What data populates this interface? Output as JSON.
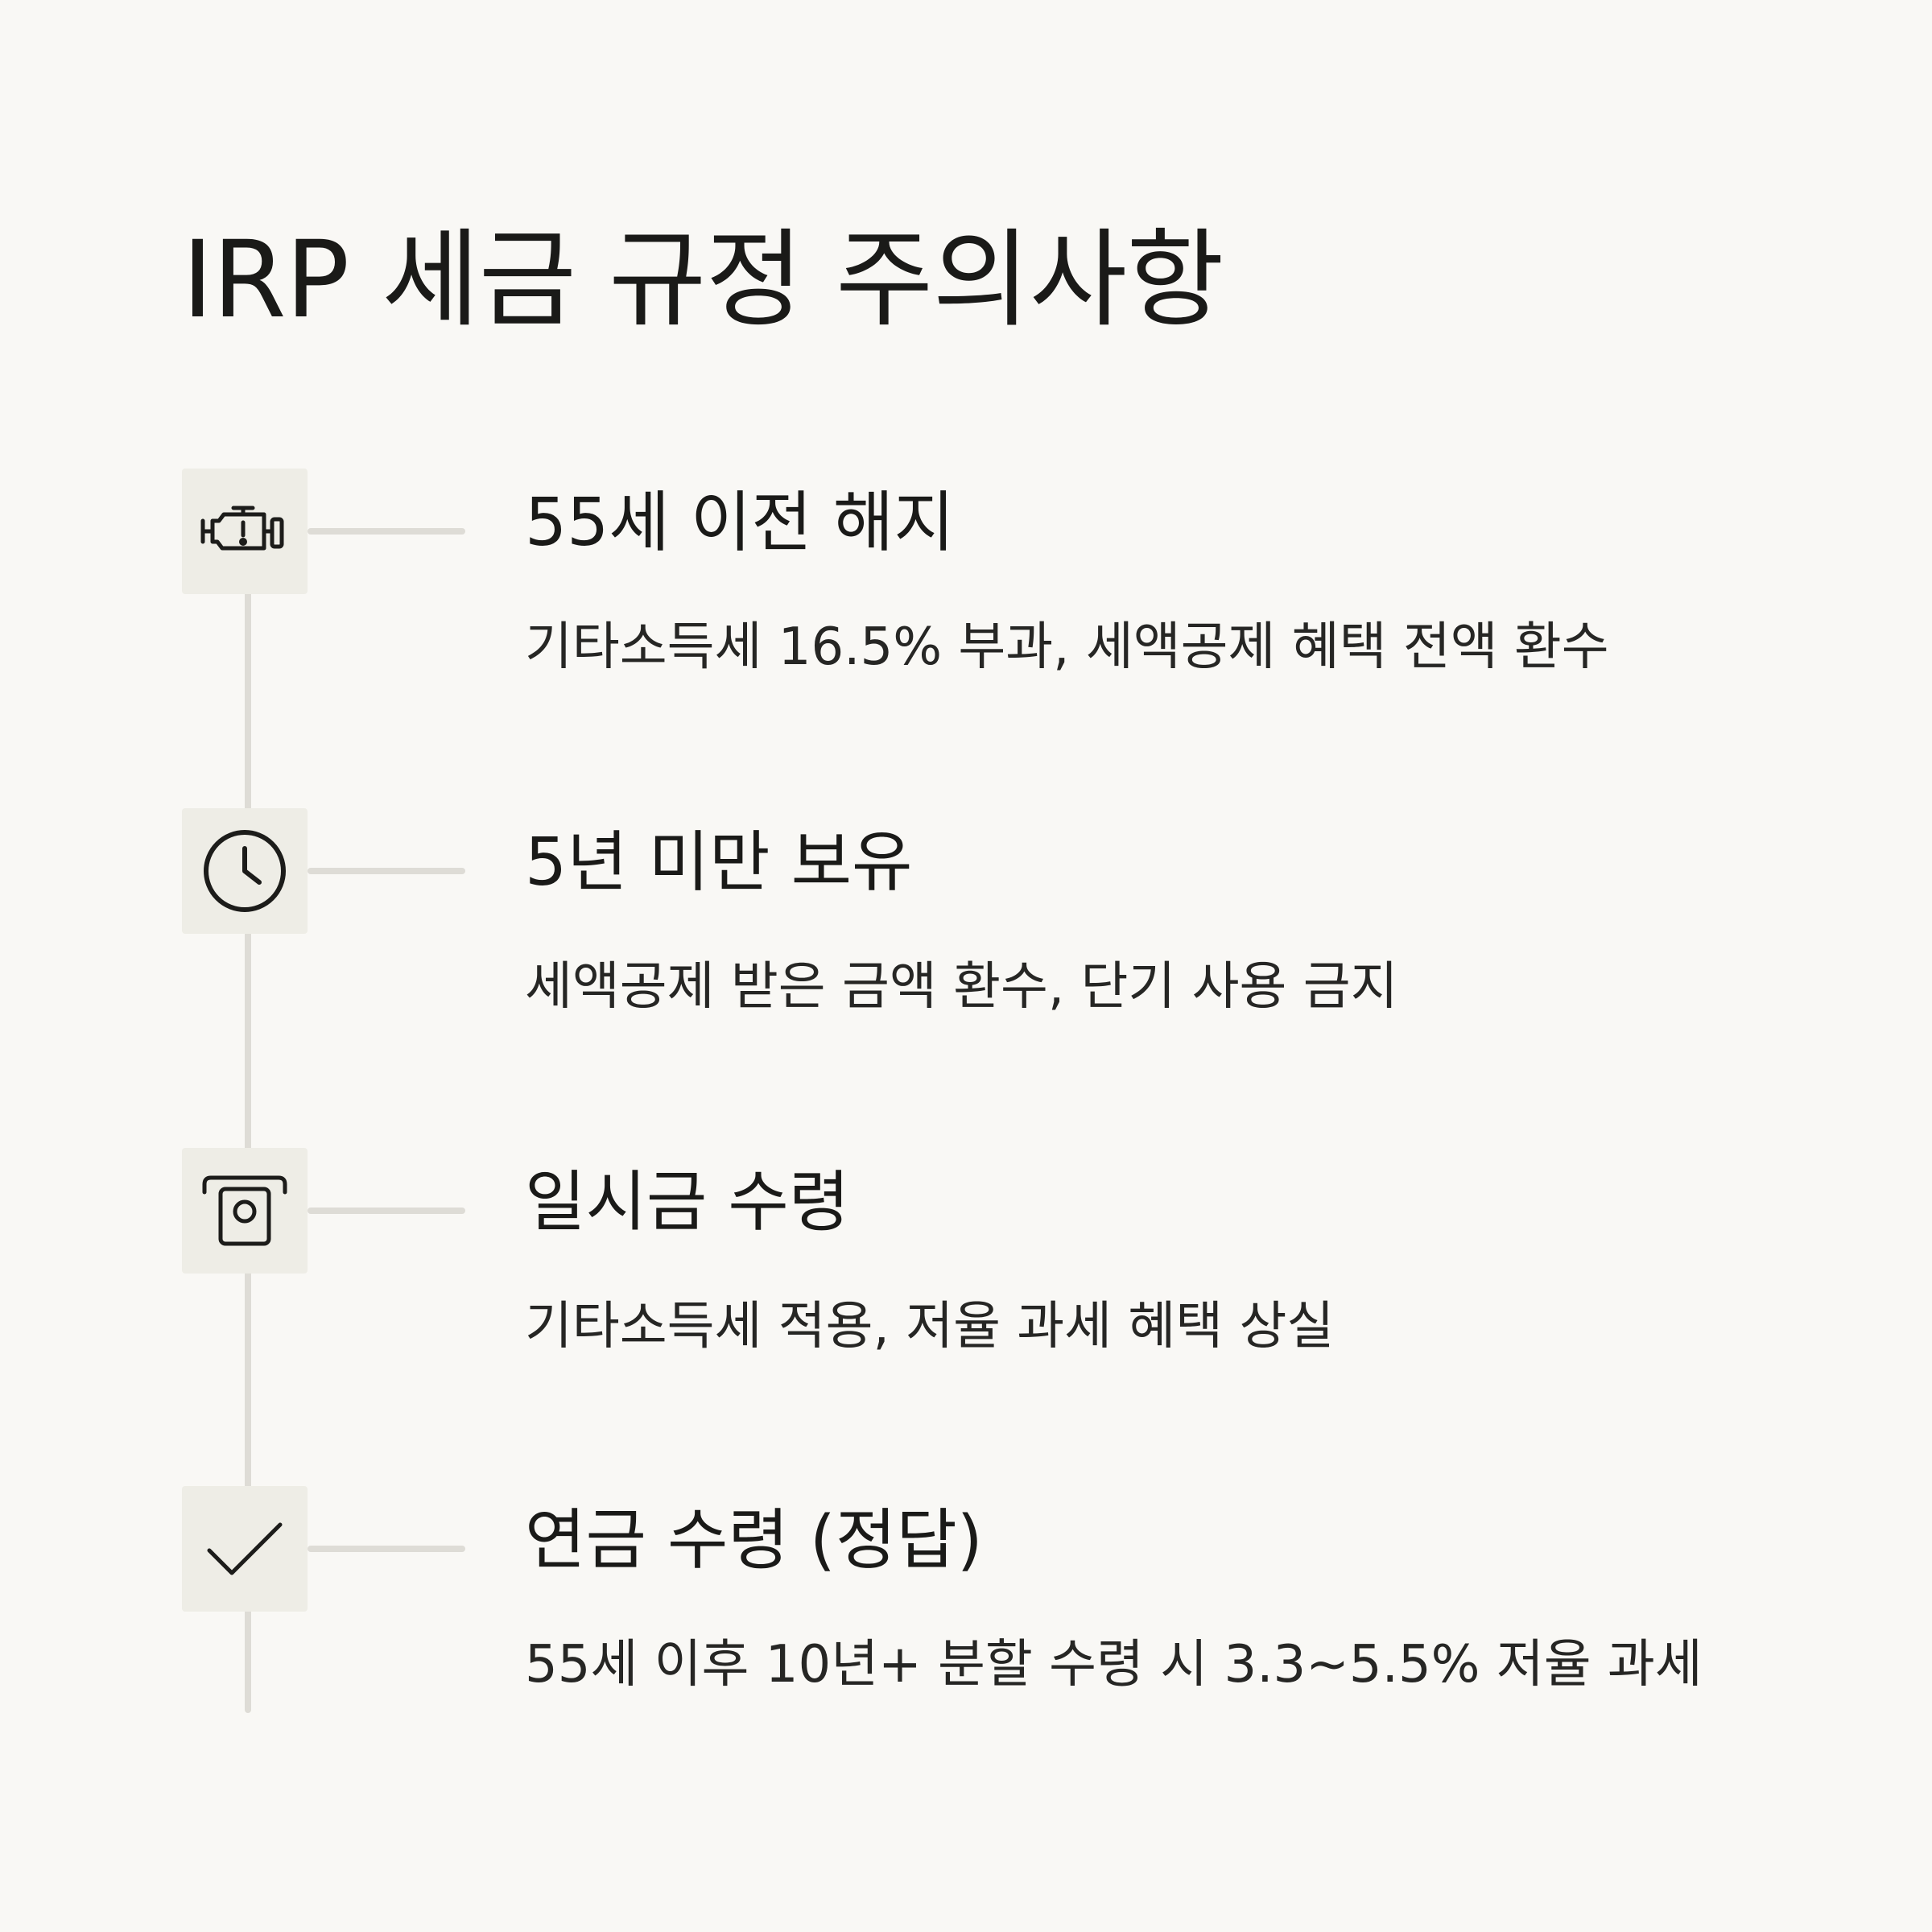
{
  "title": "IRP 세금 규정 주의사항",
  "colors": {
    "background": "#f9f8f5",
    "icon_box": "#eeede6",
    "line": "#dedcd6",
    "text": "#1a1a18"
  },
  "items": [
    {
      "icon": "engine-warning-icon",
      "title": "55세 이전 해지",
      "description": "기타소득세 16.5% 부과, 세액공제 혜택 전액 환수"
    },
    {
      "icon": "clock-icon",
      "title": "5년 미만 보유",
      "description": "세액공제 받은 금액 환수, 단기 사용 금지"
    },
    {
      "icon": "cash-withdrawal-icon",
      "title": "일시금 수령",
      "description": "기타소득세 적용, 저율 과세 혜택 상실"
    },
    {
      "icon": "checkmark-icon",
      "title": "연금 수령 (정답)",
      "description": "55세 이후 10년+ 분할 수령 시 3.3~5.5% 저율 과세"
    }
  ]
}
